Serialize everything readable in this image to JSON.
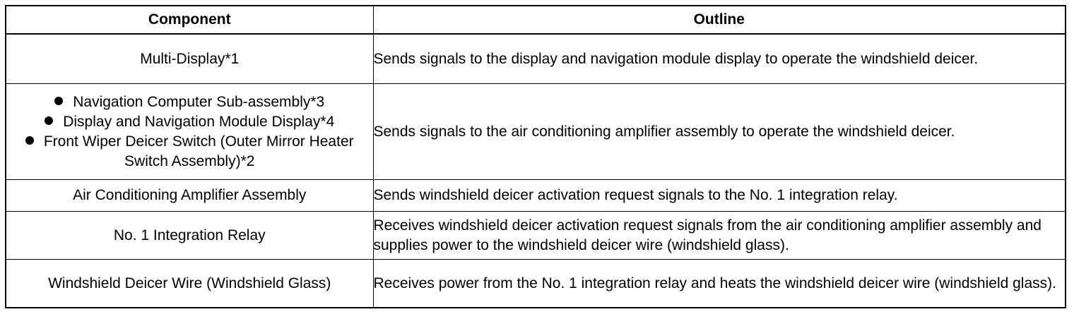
{
  "table": {
    "headers": {
      "component": "Component",
      "outline": "Outline"
    },
    "rows": [
      {
        "component": "Multi-Display*1",
        "outline": "Sends signals to the display and navigation module display to operate the windshield deicer."
      },
      {
        "component_items": [
          "Navigation Computer Sub-assembly*3",
          "Display and Navigation Module Display*4",
          "Front Wiper Deicer Switch (Outer Mirror Heater Switch Assembly)*2"
        ],
        "outline": "Sends signals to the air conditioning amplifier assembly to operate the windshield deicer."
      },
      {
        "component": "Air Conditioning Amplifier Assembly",
        "outline": "Sends windshield deicer activation request signals to the No. 1 integration relay."
      },
      {
        "component": "No. 1 Integration Relay",
        "outline": "Receives windshield deicer activation request signals from the air conditioning amplifier assembly and supplies power to the windshield deicer wire (windshield glass)."
      },
      {
        "component": "Windshield Deicer Wire (Windshield Glass)",
        "outline": "Receives power from the No. 1 integration relay and heats the windshield deicer wire (windshield glass)."
      }
    ]
  }
}
